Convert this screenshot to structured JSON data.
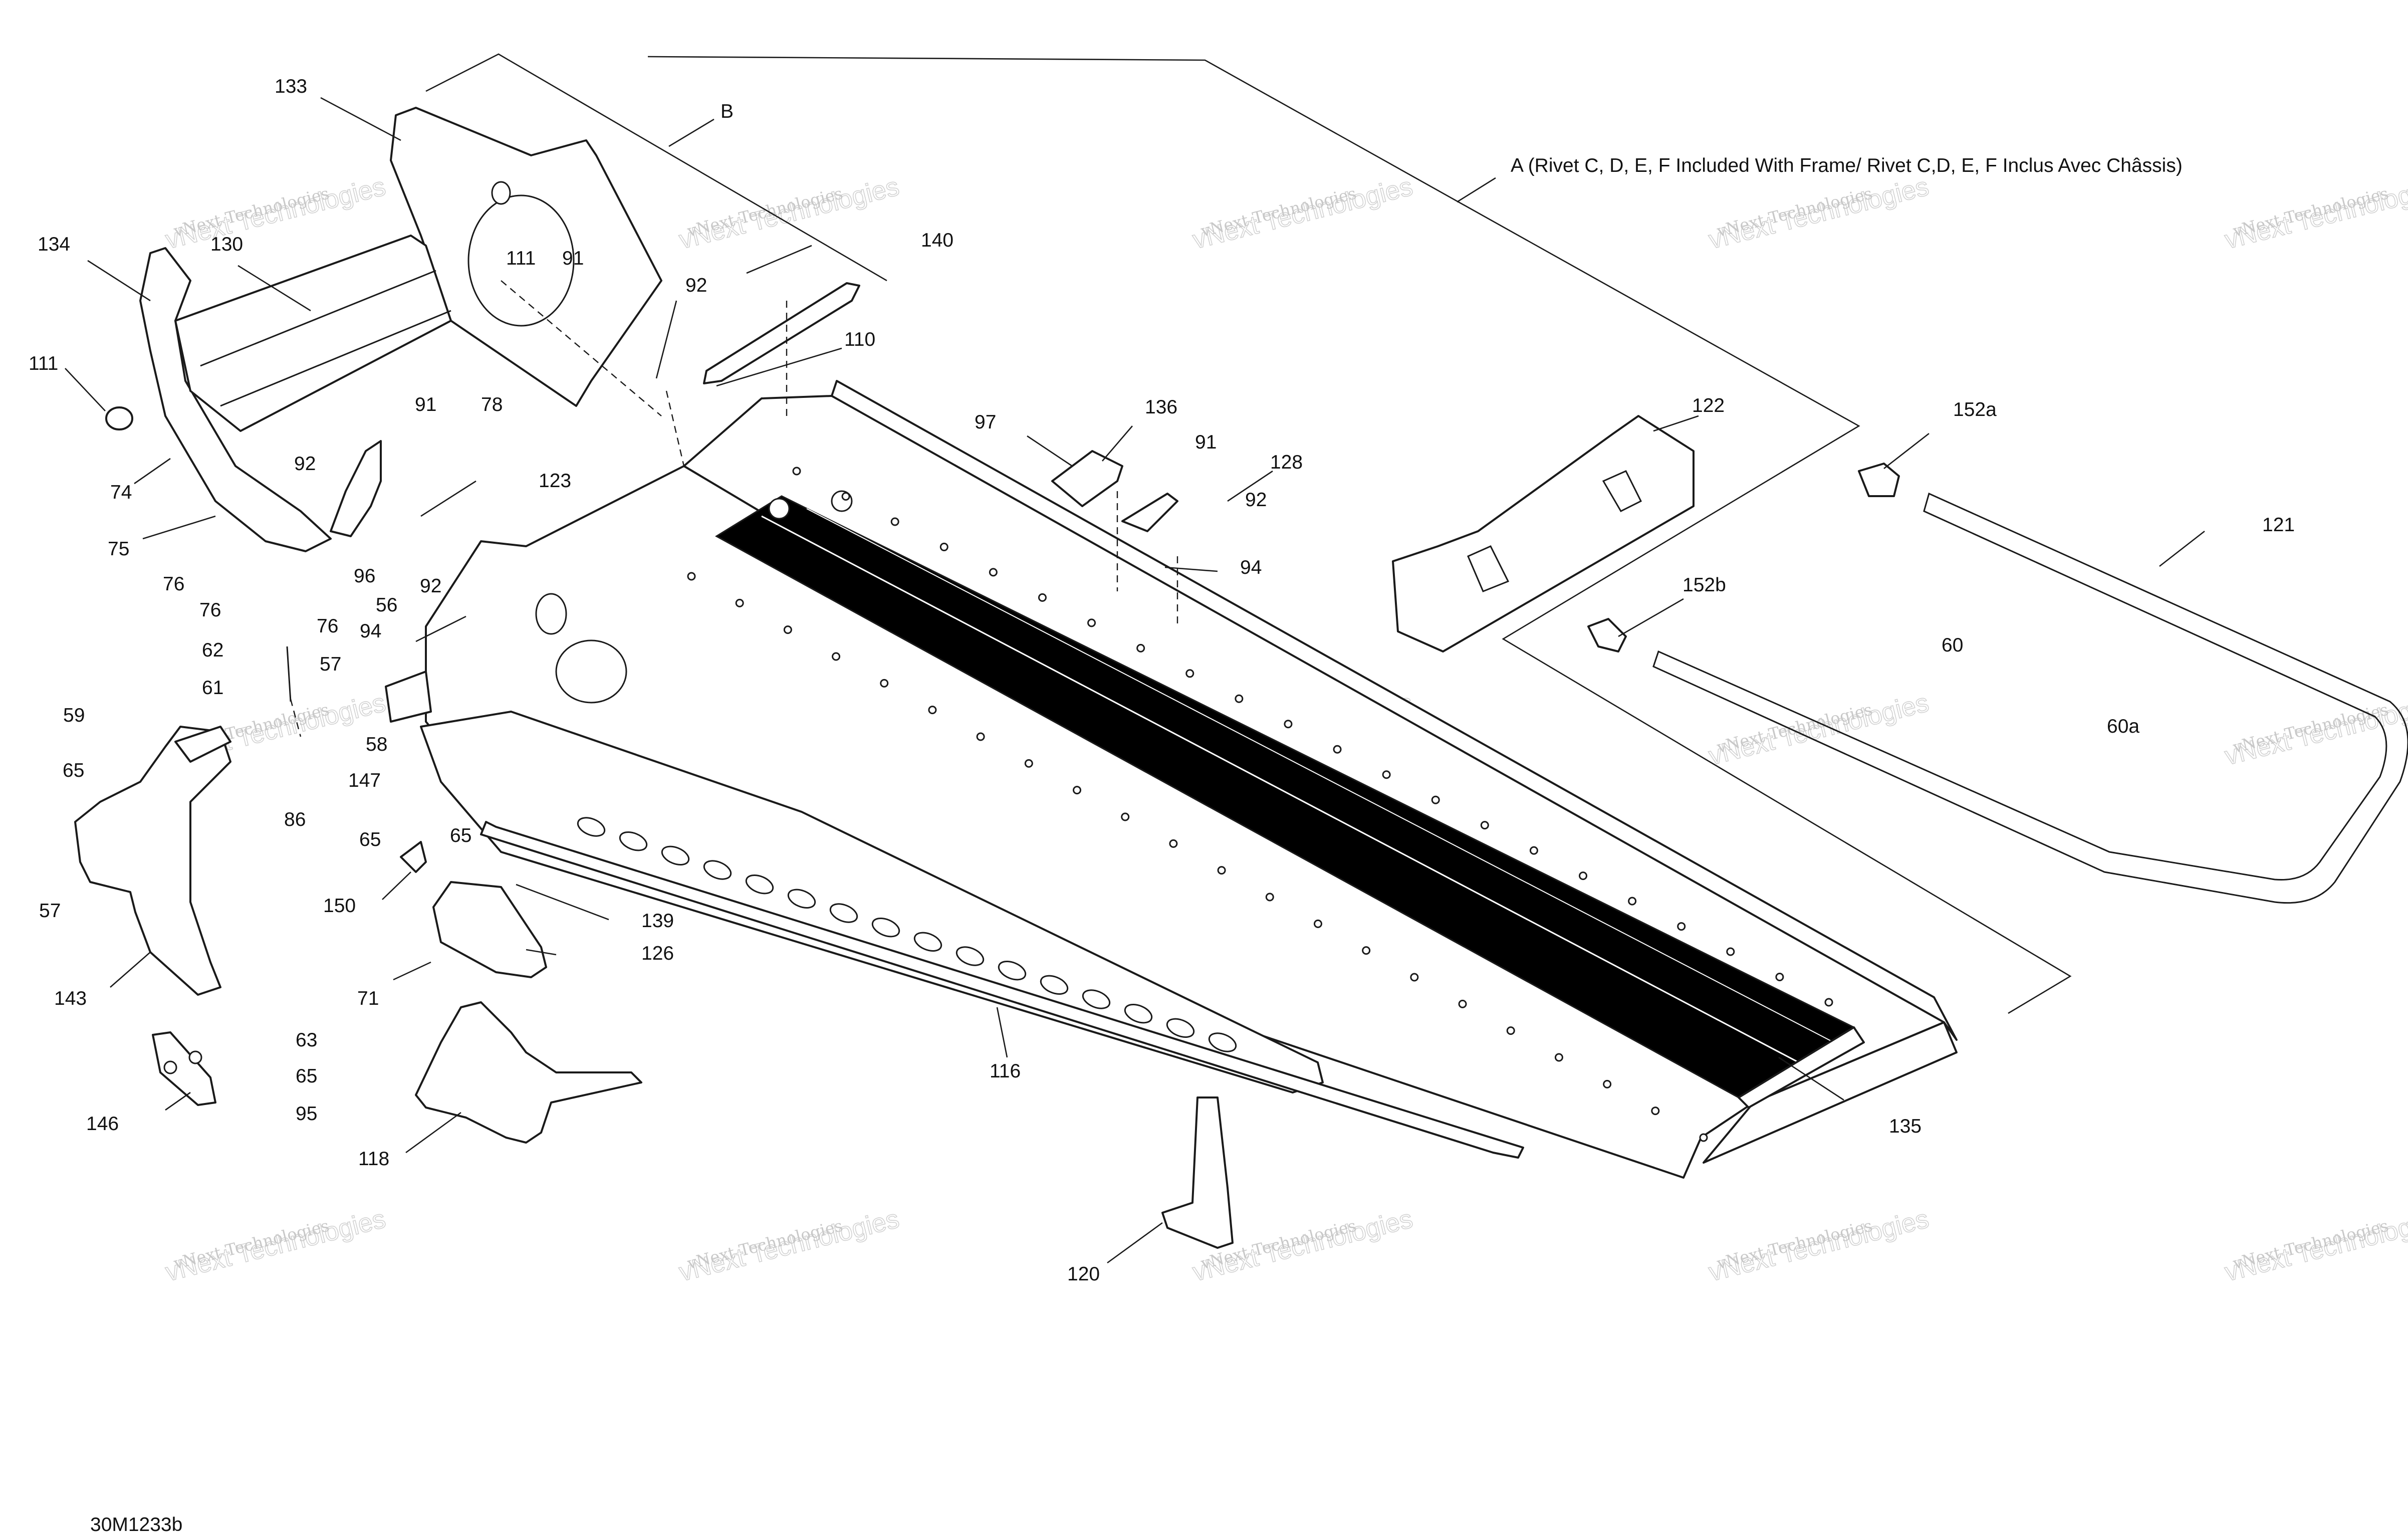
{
  "figure_code": "30M1233b",
  "watermark": {
    "line1": "vNext Technologies",
    "line2": "vNext Technologies"
  },
  "sections": [
    {
      "id": "A",
      "text": "A (Rivet C, D, E, F Included With Frame/ Rivet C,D, E, F Inclus Avec Châssis)"
    },
    {
      "id": "B",
      "text": "B"
    }
  ],
  "callouts": [
    {
      "id": "c133",
      "text": "133"
    },
    {
      "id": "c134",
      "text": "134"
    },
    {
      "id": "c130",
      "text": "130"
    },
    {
      "id": "c111a",
      "text": "111"
    },
    {
      "id": "c111b",
      "text": "111"
    },
    {
      "id": "c91a",
      "text": "91"
    },
    {
      "id": "c92a",
      "text": "92"
    },
    {
      "id": "c140",
      "text": "140"
    },
    {
      "id": "c110",
      "text": "110"
    },
    {
      "id": "c91b",
      "text": "91"
    },
    {
      "id": "c78",
      "text": "78"
    },
    {
      "id": "c74",
      "text": "74"
    },
    {
      "id": "c92b",
      "text": "92"
    },
    {
      "id": "c75",
      "text": "75"
    },
    {
      "id": "c123",
      "text": "123"
    },
    {
      "id": "c76a",
      "text": "76"
    },
    {
      "id": "c76b",
      "text": "76"
    },
    {
      "id": "c96",
      "text": "96"
    },
    {
      "id": "c92c",
      "text": "92"
    },
    {
      "id": "c76c",
      "text": "76"
    },
    {
      "id": "c94a",
      "text": "94"
    },
    {
      "id": "c56",
      "text": "56"
    },
    {
      "id": "c62",
      "text": "62"
    },
    {
      "id": "c57a",
      "text": "57"
    },
    {
      "id": "c61",
      "text": "61"
    },
    {
      "id": "c59",
      "text": "59"
    },
    {
      "id": "c58",
      "text": "58"
    },
    {
      "id": "c147",
      "text": "147"
    },
    {
      "id": "c86",
      "text": "86"
    },
    {
      "id": "c65a",
      "text": "65"
    },
    {
      "id": "c65b",
      "text": "65"
    },
    {
      "id": "c65c",
      "text": "65"
    },
    {
      "id": "c57b",
      "text": "57"
    },
    {
      "id": "c150",
      "text": "150"
    },
    {
      "id": "c139",
      "text": "139"
    },
    {
      "id": "c126",
      "text": "126"
    },
    {
      "id": "c143",
      "text": "143"
    },
    {
      "id": "c71",
      "text": "71"
    },
    {
      "id": "c63",
      "text": "63"
    },
    {
      "id": "c65d",
      "text": "65"
    },
    {
      "id": "c95",
      "text": "95"
    },
    {
      "id": "c146",
      "text": "146"
    },
    {
      "id": "c118",
      "text": "118"
    },
    {
      "id": "c116",
      "text": "116"
    },
    {
      "id": "c97",
      "text": "97"
    },
    {
      "id": "c136",
      "text": "136"
    },
    {
      "id": "c91c",
      "text": "91"
    },
    {
      "id": "c128",
      "text": "128"
    },
    {
      "id": "c92d",
      "text": "92"
    },
    {
      "id": "c94b",
      "text": "94"
    },
    {
      "id": "c122",
      "text": "122"
    },
    {
      "id": "c152a",
      "text": "152a"
    },
    {
      "id": "c121",
      "text": "121"
    },
    {
      "id": "c152b",
      "text": "152b"
    },
    {
      "id": "c60",
      "text": "60"
    },
    {
      "id": "c60a",
      "text": "60a"
    },
    {
      "id": "c135",
      "text": "135"
    },
    {
      "id": "c120",
      "text": "120"
    }
  ]
}
